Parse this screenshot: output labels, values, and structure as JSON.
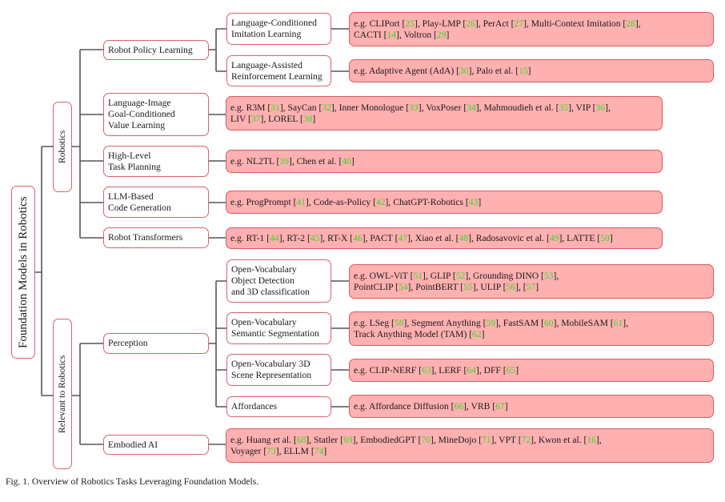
{
  "diagram": {
    "root": "Foundation Models in Robotics",
    "branches": {
      "robotics": "Robotics",
      "relevant": "Relevant to Robotics"
    },
    "nodes": {
      "robot_policy_learning": "Robot Policy Learning",
      "lang_cond_imitation": "Language-Conditioned\nImitation Learning",
      "lang_assisted_rl": "Language-Assisted\nReinforcement Learning",
      "lang_image_value": "Language-Image\nGoal-Conditioned\nValue Learning",
      "high_level_planning": "High-Level\nTask Planning",
      "llm_code_gen": "LLM-Based\nCode Generation",
      "robot_transformers": "Robot Transformers",
      "perception": "Perception",
      "ov_detection": "Open-Vocabulary\nObject Detection\nand 3D classification",
      "ov_segmentation": "Open-Vocabulary\nSemantic Segmentation",
      "ov_3d_scene": "Open-Vocabulary 3D\nScene Representation",
      "affordances": "Affordances",
      "embodied_ai": "Embodied AI"
    },
    "leaves": {
      "lang_cond_imitation": [
        [
          "e.g. CLIPort [",
          "25",
          "], Play-LMP [",
          "26",
          "], PerAct [",
          "27",
          "], Multi-Context Imitation [",
          "28",
          "],\nCACTI [",
          "14",
          "], Voltron [",
          "29",
          "]"
        ]
      ],
      "lang_assisted_rl": [
        [
          "e.g. Adaptive Agent (AdA) [",
          "30",
          "], Palo et al. [",
          "15",
          "]"
        ]
      ],
      "lang_image_value": [
        [
          "e.g. R3M [",
          "31",
          "], SayCan [",
          "32",
          "], Inner Monologue [",
          "33",
          "], VoxPoser [",
          "34",
          "], Mahmoudieh et al. [",
          "35",
          "], VIP [",
          "36",
          "],\nLIV [",
          "37",
          "], LOREL [",
          "38",
          "]"
        ]
      ],
      "high_level_planning": [
        [
          "e.g. NL2TL [",
          "39",
          "], Chen et al. [",
          "40",
          "]"
        ]
      ],
      "llm_code_gen": [
        [
          "e.g. ProgPrompt [",
          "41",
          "], Code-as-Policy [",
          "42",
          "], ChatGPT-Robotics [",
          "43",
          "]"
        ]
      ],
      "robot_transformers": [
        [
          "e.g. RT-1 [",
          "44",
          "], RT-2 [",
          "45",
          "], RT-X [",
          "46",
          "], PACT [",
          "47",
          "], Xiao et al. [",
          "48",
          "], Radosavovic et al. [",
          "49",
          "], LATTE [",
          "50",
          "]"
        ]
      ],
      "ov_detection": [
        [
          "e.g. OWL-ViT [",
          "51",
          "], GLIP [",
          "52",
          "], Grounding DINO [",
          "53",
          "],\nPointCLIP [",
          "54",
          "], PointBERT [",
          "55",
          "], ULIP [",
          "56",
          "], [",
          "57",
          "]"
        ]
      ],
      "ov_segmentation": [
        [
          "e.g. LSeg [",
          "58",
          "], Segment Anything [",
          "59",
          "], FastSAM [",
          "60",
          "], MobileSAM [",
          "61",
          "],\nTrack Anything Model (TAM) [",
          "62",
          "]"
        ]
      ],
      "ov_3d_scene": [
        [
          "e.g. CLIP-NERF [",
          "63",
          "], LERF [",
          "64",
          "], DFF [",
          "65",
          "]"
        ]
      ],
      "affordances": [
        [
          "e.g. Affordance Diffusion [",
          "66",
          "], VRB [",
          "67",
          "]"
        ]
      ],
      "embodied_ai": [
        [
          "e.g. Huang et al. [",
          "68",
          "], Statler [",
          "69",
          "], EmbodiedGPT [",
          "70",
          "], MineDojo [",
          "71",
          "], VPT [",
          "72",
          "], Kwon et al. [",
          "16",
          "],\nVoyager [",
          "73",
          "], ELLM [",
          "74",
          "]"
        ]
      ]
    },
    "colors": {
      "leaf_fill": "#ffb0b0",
      "border": "#d9626a",
      "reference": "#33dd22",
      "connector": "#555555"
    }
  },
  "caption": "Fig. 1.  Overview of Robotics Tasks Leveraging Foundation Models."
}
